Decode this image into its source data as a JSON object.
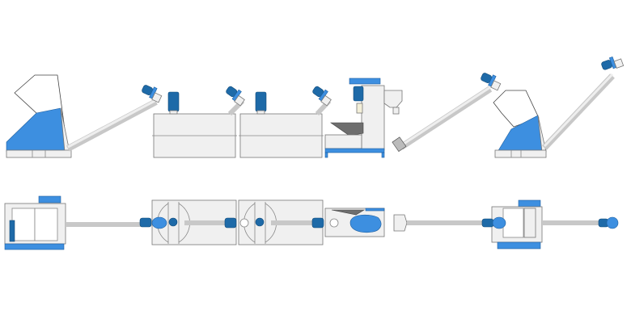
{
  "diagram": {
    "views": [
      "side-view",
      "top-view"
    ],
    "components": [
      "crusher",
      "screw-conveyor",
      "washing-tank",
      "washing-tank",
      "dewatering-machine",
      "screw-conveyor",
      "crusher",
      "screw-conveyor"
    ]
  },
  "colors": {
    "machine_blue": "#3d8fe0",
    "motor_blue": "#1e6aa8",
    "body_gray": "#f0f0f0",
    "hopper_dark": "#6e6e6e"
  }
}
